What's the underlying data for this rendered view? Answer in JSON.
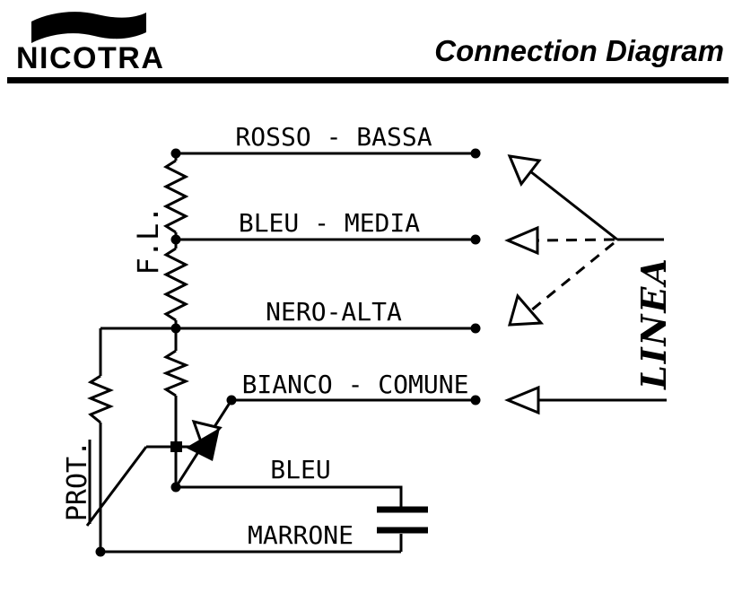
{
  "header": {
    "brand": "NICOTRA",
    "title": "Connection Diagram"
  },
  "diagram": {
    "labels": {
      "wire_rosso": "ROSSO - BASSA",
      "wire_bleu_media": "BLEU - MEDIA",
      "wire_nero": "NERO-ALTA",
      "wire_bianco": "BIANCO - COMUNE",
      "wire_bleu": "BLEU",
      "wire_marrone": "MARRONE",
      "inductor": "F.L.",
      "protector": "PROT.",
      "line": "LINEA"
    },
    "colors": {
      "ink": "#000000",
      "paper": "#ffffff"
    }
  }
}
